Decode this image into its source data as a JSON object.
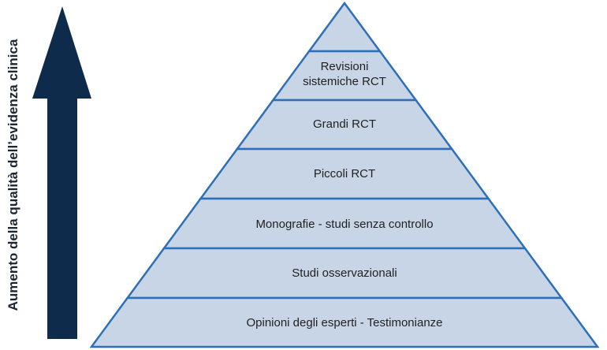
{
  "axis_label": "Aumento della qualità dell’evidenza clinica",
  "levels": [
    {
      "line1": "",
      "line2": ""
    },
    {
      "line1": "Revisioni",
      "line2": "sistemiche RCT"
    },
    {
      "line1": "Grandi RCT",
      "line2": ""
    },
    {
      "line1": "Piccoli RCT",
      "line2": ""
    },
    {
      "line1": "Monografie - studi senza controllo",
      "line2": ""
    },
    {
      "line1": "Studi osservazionali",
      "line2": ""
    },
    {
      "line1": "Opinioni degli esperti - Testimonianze",
      "line2": ""
    }
  ],
  "colors": {
    "arrow": "#0f2b4c",
    "fill": "#c8d5e7",
    "stroke": "#2e6fb7"
  }
}
